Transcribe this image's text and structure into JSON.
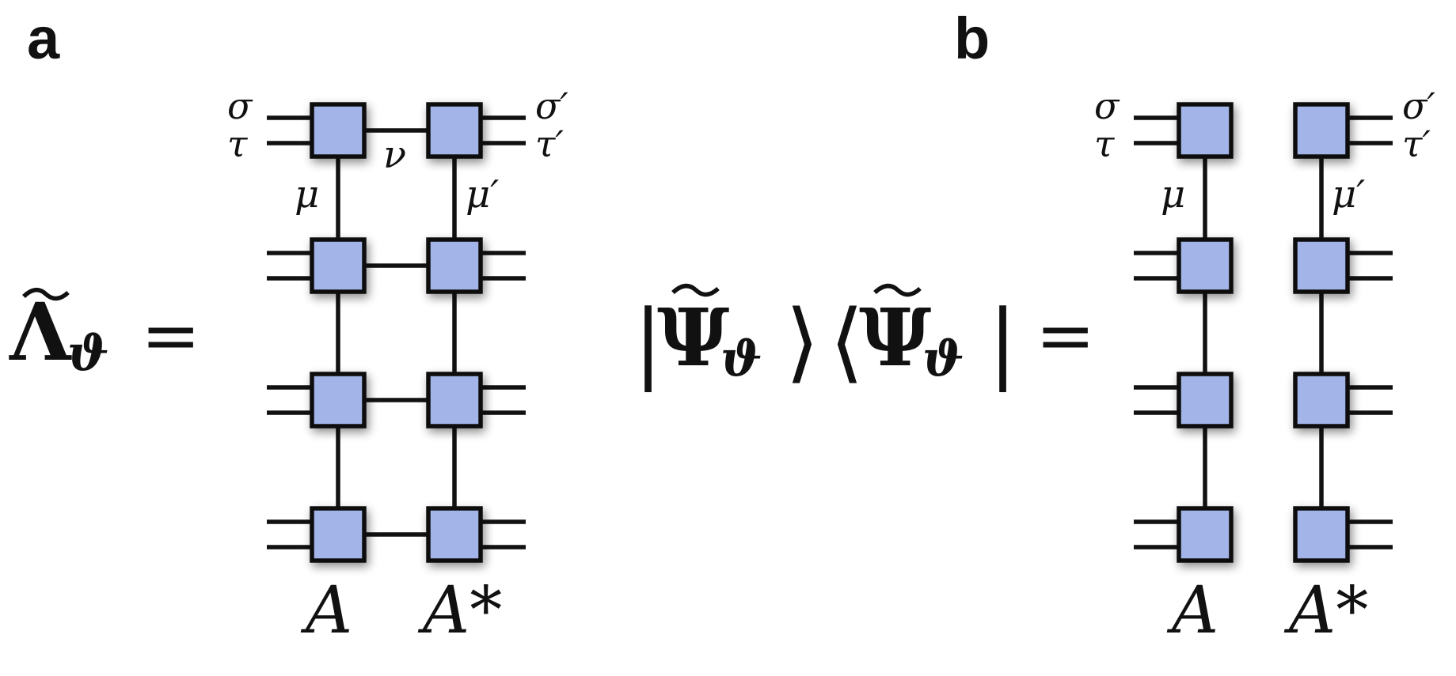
{
  "panel_a": {
    "label": "a",
    "lhs": {
      "base": "Λ",
      "sub": "ϑ",
      "equals": "="
    },
    "index_labels": {
      "sigma": "σ",
      "tau": "τ",
      "sigma_prime": "σ′",
      "tau_prime": "τ′",
      "mu": "μ",
      "mu_prime": "μ′",
      "nu": "ν"
    },
    "column_labels": {
      "left": "A",
      "right": "A*"
    },
    "rows": 4
  },
  "panel_b": {
    "label": "b",
    "lhs": {
      "ket_open": "|",
      "ket_close": "⟩",
      "bra_open": "⟨",
      "bra_close": "|",
      "base": "Ψ",
      "sub": "ϑ",
      "equals": "="
    },
    "index_labels": {
      "sigma": "σ",
      "tau": "τ",
      "sigma_prime": "σ′",
      "tau_prime": "τ′",
      "mu": "μ",
      "mu_prime": "μ′"
    },
    "column_labels": {
      "left": "A",
      "right": "A*"
    },
    "rows": 4
  },
  "colors": {
    "tensor_fill": "#a3b4e8",
    "line": "#111111"
  }
}
